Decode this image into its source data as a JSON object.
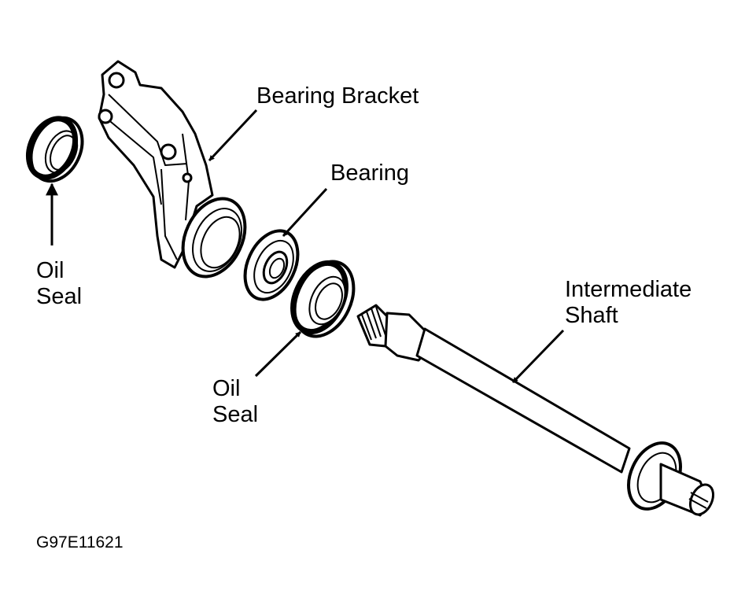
{
  "labels": {
    "bearing_bracket": "Bearing Bracket",
    "bearing": "Bearing",
    "oil_seal_left": {
      "line1": "Oil",
      "line2": "Seal"
    },
    "oil_seal_center": {
      "line1": "Oil",
      "line2": "Seal"
    },
    "intermediate_shaft": {
      "line1": "Intermediate",
      "line2": "Shaft"
    }
  },
  "figure_code": "G97E11621",
  "colors": {
    "ink": "#000000",
    "paper": "#ffffff"
  }
}
